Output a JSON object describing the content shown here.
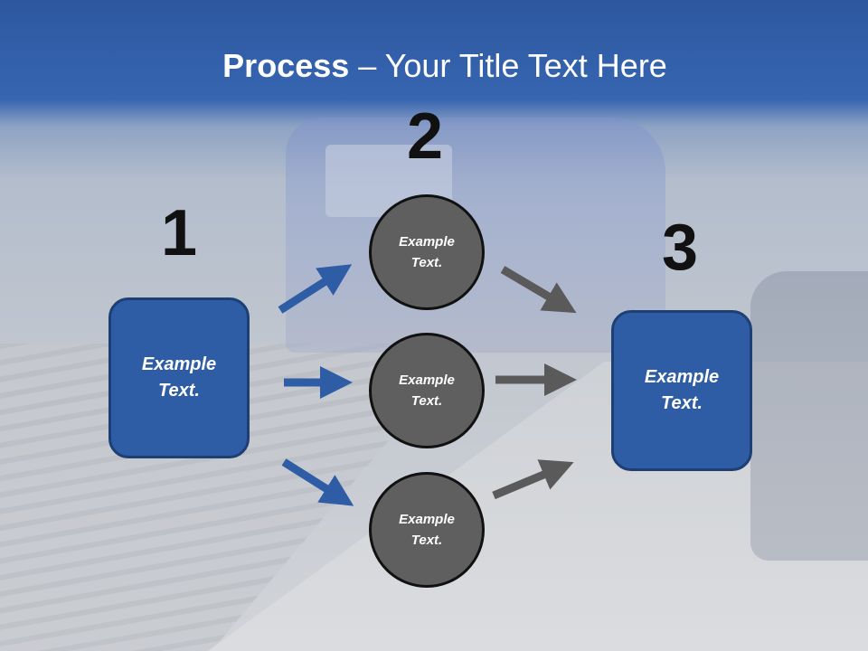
{
  "title": {
    "bold": "Process",
    "rest": " – Your Title Text Here"
  },
  "steps": {
    "one": "1",
    "two": "2",
    "three": "3"
  },
  "boxes": {
    "left": {
      "line1": "Example",
      "line2": "Text."
    },
    "right": {
      "line1": "Example",
      "line2": "Text."
    }
  },
  "circles": [
    {
      "line1": "Example",
      "line2": "Text."
    },
    {
      "line1": "Example",
      "line2": "Text."
    },
    {
      "line1": "Example",
      "line2": "Text."
    }
  ],
  "colors": {
    "box_fill": "#2e5da6",
    "circle_fill": "#5f5f5f",
    "blue_arrow": "#2e5da6",
    "gray_arrow": "#5a5a5a"
  }
}
